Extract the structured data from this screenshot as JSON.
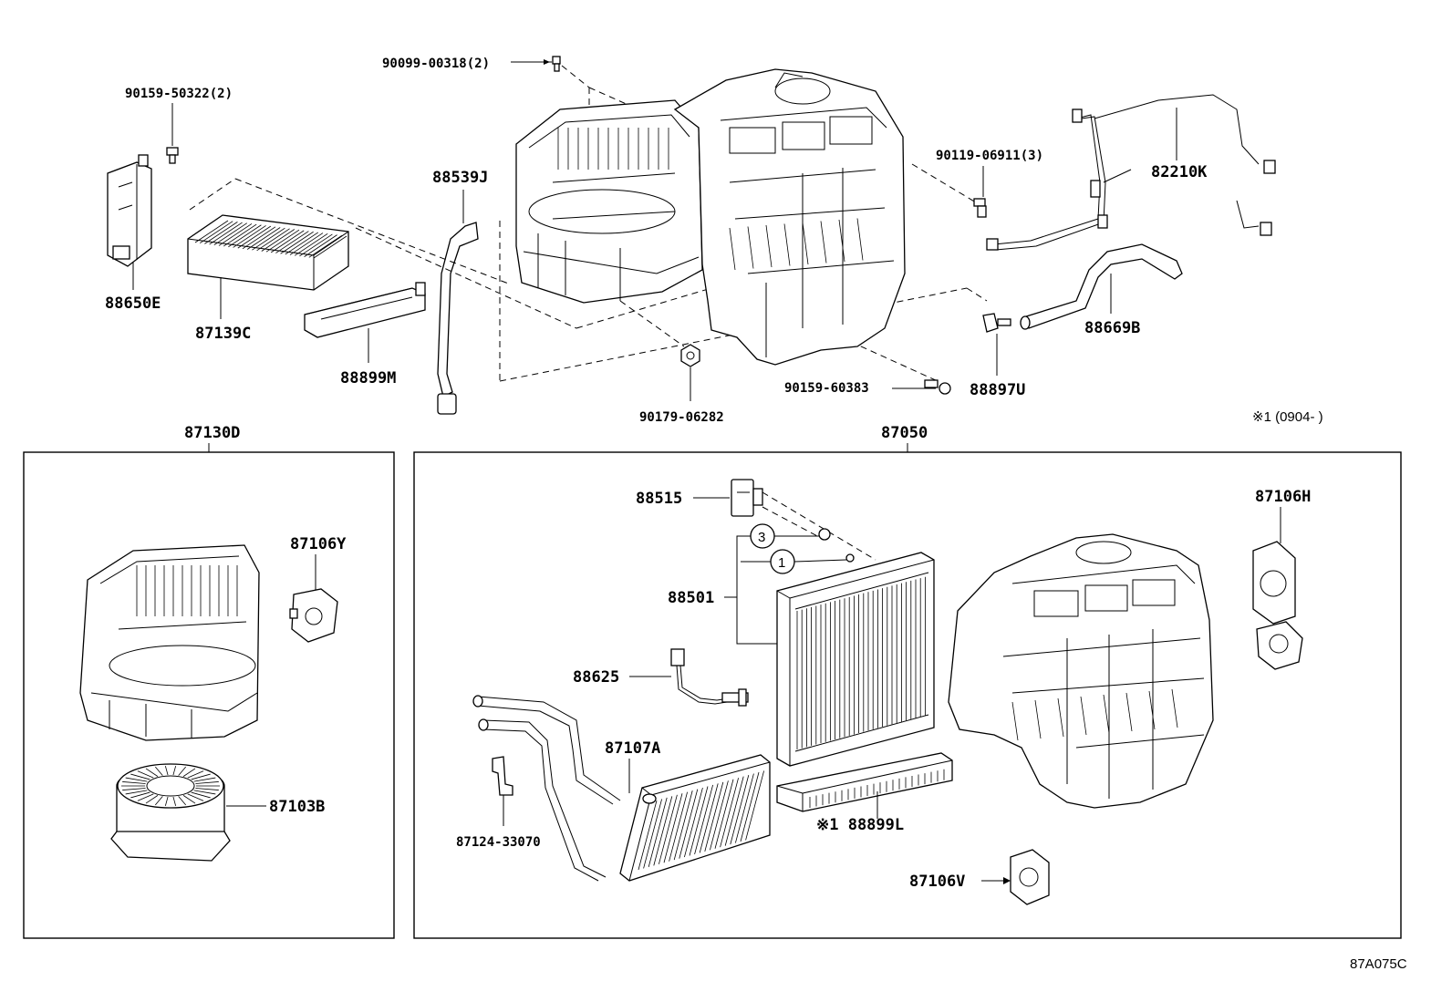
{
  "labels": {
    "screw_90099": "90099-00318(2)",
    "bolt_90159_50322": "90159-50322(2)",
    "amp_88650E": "88650E",
    "filter_87139C": "87139C",
    "cover_88899M": "88899M",
    "hose_88539J": "88539J",
    "nut_90179": "90179-06282",
    "screw_90119": "90119-06911(3)",
    "harness_82210K": "82210K",
    "hose_88669B": "88669B",
    "clamp_88897U": "88897U",
    "bolt_90159_60383": "90159-60383",
    "note_09": "※1 (0904-      )",
    "blower_87130D": "87130D",
    "unit_87050": "87050",
    "servo_87106Y": "87106Y",
    "motor_87103B": "87103B",
    "valve_88515": "88515",
    "circle_3": "3",
    "circle_1": "1",
    "evap_88501": "88501",
    "thermistor_88625": "88625",
    "core_87107A": "87107A",
    "clamp_87124": "87124-33070",
    "cover_88899L": "※1 88899L",
    "servo_87106H": "87106H",
    "servo_87106V": "87106V",
    "diagram_code": "87A075C"
  }
}
